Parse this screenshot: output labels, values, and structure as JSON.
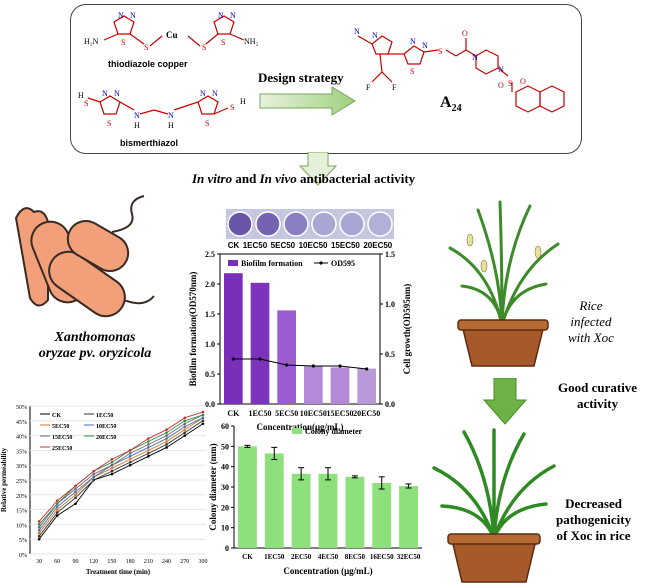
{
  "top": {
    "compound1_name": "thiodiazole copper",
    "compound2_name": "bismerthiazol",
    "arrow_label": "Design strategy",
    "target_label": "A",
    "target_sub": "24"
  },
  "activity_heading": {
    "part1": "In vitro",
    "part2": " and ",
    "part3": "In vivo",
    "part4": " antibacterial activity"
  },
  "plate_labels": [
    "CK",
    "1EC50",
    "5EC50",
    "10EC50",
    "15EC50",
    "20EC50"
  ],
  "bacteria": {
    "line1": "Xanthomonas",
    "line2": "oryzae pv. oryzicola"
  },
  "rice_labels": {
    "infected": [
      "Rice",
      "infected",
      "with Xoc"
    ],
    "curative": [
      "Good curative",
      "activity"
    ],
    "decreased": [
      "Decreased",
      "pathogenicity",
      "of Xoc in rice"
    ]
  },
  "colors": {
    "biofilm_bar": "#8a3fc1",
    "colony_bar": "#8ee07c",
    "arrow_green": "#66b23f",
    "bacteria": "#f2a079"
  },
  "chart_data": [
    {
      "type": "bar",
      "categories": [
        "CK",
        "1EC50",
        "5EC50",
        "10EC50",
        "15EC50",
        "20EC50"
      ],
      "series": [
        {
          "name": "Biofilm formation",
          "values": [
            2.18,
            2.02,
            1.56,
            0.63,
            0.61,
            0.59
          ]
        },
        {
          "name": "OD595",
          "values": [
            0.45,
            0.45,
            0.39,
            0.38,
            0.38,
            0.35
          ]
        }
      ],
      "xlabel": "Concentration(μg/mL)",
      "ylabel": "Biofilm formation(OD570nm)",
      "y2label": "Cell growth(OD595nm)",
      "ylim": [
        0,
        2.5
      ],
      "y2lim": [
        0,
        1.5
      ],
      "yticks": [
        "0.0",
        "0.5",
        "1.0",
        "1.5",
        "2.0",
        "2.5"
      ],
      "y2ticks": [
        "0.0",
        "0.5",
        "1.0",
        "1.5"
      ],
      "legend": [
        "Biofilm formation",
        "OD595"
      ]
    },
    {
      "type": "line",
      "x": [
        30,
        60,
        90,
        120,
        150,
        180,
        210,
        240,
        270,
        300
      ],
      "series": [
        {
          "name": "CK",
          "values": [
            5,
            13,
            17,
            25,
            27,
            30,
            33,
            36,
            40,
            44
          ]
        },
        {
          "name": "1EC50",
          "values": [
            6,
            14,
            19,
            25,
            28,
            31,
            34,
            37,
            41,
            45
          ]
        },
        {
          "name": "5EC50",
          "values": [
            7,
            15,
            20,
            26,
            29,
            32,
            35,
            38,
            42,
            46
          ]
        },
        {
          "name": "10EC50",
          "values": [
            8,
            16,
            21,
            26,
            30,
            33,
            36,
            39,
            43,
            46
          ]
        },
        {
          "name": "15EC50",
          "values": [
            9,
            17,
            22,
            27,
            30,
            34,
            37,
            40,
            44,
            47
          ]
        },
        {
          "name": "20EC50",
          "values": [
            10,
            17,
            23,
            28,
            31,
            35,
            38,
            41,
            45,
            47
          ]
        },
        {
          "name": "25EC50",
          "values": [
            11,
            18,
            23,
            28,
            32,
            35,
            39,
            42,
            46,
            48
          ]
        }
      ],
      "xlabel": "Treatment time (min)",
      "ylabel": "Relative permeability",
      "xticks": [
        "30",
        "60",
        "90",
        "120",
        "150",
        "180",
        "210",
        "240",
        "270",
        "300"
      ],
      "yticks": [
        "0%",
        "5%",
        "10%",
        "15%",
        "20%",
        "25%",
        "30%",
        "35%",
        "40%",
        "45%",
        "50%"
      ],
      "ylim": [
        0,
        50
      ]
    },
    {
      "type": "bar",
      "categories": [
        "CK",
        "1EC50",
        "2EC50",
        "4EC50",
        "8EC50",
        "16EC50",
        "32EC50"
      ],
      "series": [
        {
          "name": "Colony diameter",
          "values": [
            50,
            46.5,
            36.5,
            36.5,
            35,
            32,
            30.5
          ]
        }
      ],
      "errors": [
        0.5,
        3,
        3,
        3,
        0.5,
        3,
        1
      ],
      "xlabel": "Concentration (μg/mL)",
      "ylabel": "Colony diameter (mm)",
      "ylim": [
        0,
        60
      ],
      "yticks": [
        "0",
        "10",
        "20",
        "30",
        "40",
        "50",
        "60"
      ],
      "legend": [
        "Colony diameter"
      ]
    }
  ]
}
